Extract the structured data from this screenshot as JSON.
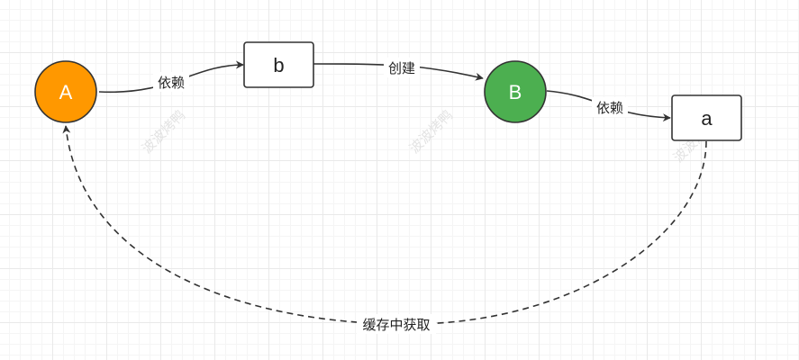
{
  "nodes": {
    "A": {
      "label": "A",
      "color": "#ff9800",
      "text_color": "#ffffff"
    },
    "b": {
      "label": "b"
    },
    "B": {
      "label": "B",
      "color": "#4caf50",
      "text_color": "#ffffff"
    },
    "a": {
      "label": "a"
    }
  },
  "edges": {
    "A_to_b": "依赖",
    "b_to_B": "创建",
    "B_to_a": "依赖",
    "a_to_A": "缓存中获取"
  },
  "watermarks": [
    "波波烤鸭",
    "波波烤鸭",
    "波波烤鸭"
  ],
  "colors": {
    "line": "#333333",
    "box_border": "#333333"
  }
}
